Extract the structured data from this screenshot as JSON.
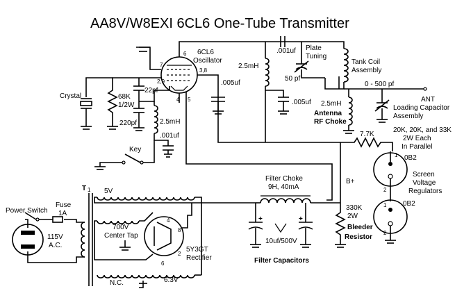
{
  "title": "AA8V/W8EXI 6CL6 One-Tube Transmitter",
  "oscillator": {
    "tube": "6CL6",
    "role": "Oscillator",
    "pin_plate": "6",
    "pin_grid": "7",
    "pin_cathode": "2,9",
    "pin_screen": "3,8",
    "pin_heater_a": "4",
    "pin_heater_b": "5"
  },
  "components": {
    "crystal": "Crystal",
    "grid_res_value": "68K",
    "grid_res_power": "1/2W",
    "cap_22pf": "22pf",
    "cap_220pf": "220pf",
    "choke_cathode": "2.5mH",
    "cap_001_key": ".001uf",
    "key": "Key",
    "screen_bypass": ".005uf",
    "plate_choke": "2.5mH",
    "coupling_cap": ".001uf",
    "plate_tuning_1": "Plate",
    "plate_tuning_2": "Tuning",
    "plate_tuning_value": "50 pf",
    "plate_bypass": ".005uf",
    "tank_1": "Tank Coil",
    "tank_2": "Assembly",
    "load_range": "0 - 500 pf",
    "ant": "ANT",
    "load_1": "Loading Capacitor",
    "load_2": "Assembly",
    "ant_choke_value": "2.5mH",
    "ant_choke_1": "Antenna",
    "ant_choke_2": "RF Choke",
    "screen_res_value": "7.7K",
    "screen_res_note_1": "20K, 20K, and 33K",
    "screen_res_note_2": "2W Each",
    "screen_res_note_3": "In Parallel",
    "vr_tube_top": "0B2",
    "vr_tube_bottom": "0B2",
    "vr_1": "Screen",
    "vr_2": "Voltage",
    "vr_3": "Regulators",
    "vr_pin_1": "1",
    "vr_pin_2a": "2",
    "vr_pin_2b": "2",
    "vr_pin_1b": "1"
  },
  "power_supply": {
    "transformer": "T",
    "transformer_sub": "1",
    "winding_5v": "5V",
    "winding_700v_1": "700V",
    "winding_700v_2": "Center Tap",
    "winding_63v": "6.3V",
    "nc": "N.C.",
    "power_switch": "Power Switch",
    "fuse_1": "Fuse",
    "fuse_2": "1A",
    "mains_1": "115V",
    "mains_2": "A.C.",
    "rectifier_1": "5Y3GT",
    "rectifier_2": "Rectifier",
    "rect_pin_4": "4",
    "rect_pin_8": "8",
    "rect_pin_2": "2",
    "rect_pin_6": "6",
    "filter_choke_1": "Filter Choke",
    "filter_choke_2": "9H, 40mA",
    "filter_caps_value": "10uf/500V",
    "filter_caps": "Filter Capacitors",
    "bplus": "B+",
    "bleeder_value_1": "330K",
    "bleeder_value_2": "2W",
    "bleeder_1": "Bleeder",
    "bleeder_2": "Resistor",
    "plus_1": "+",
    "plus_2": "+"
  }
}
